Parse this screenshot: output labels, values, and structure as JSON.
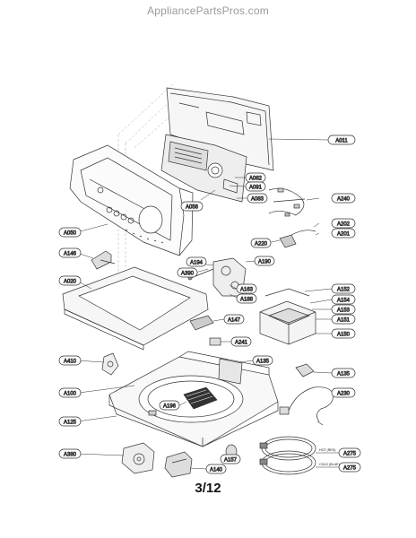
{
  "header": {
    "watermark": "AppliancePartsPros.com"
  },
  "footer": {
    "page": "3/12"
  },
  "callouts": {
    "A011": "A011",
    "A082": "A082",
    "A091": "A091",
    "A056": "A056",
    "A083": "A083",
    "A240": "A240",
    "A202": "A202",
    "A201": "A201",
    "A220": "A220",
    "A050": "A050",
    "A146": "A146",
    "A194": "A194",
    "A190": "A190",
    "A390": "A390",
    "A020": "A020",
    "A163": "A163",
    "A188": "A188",
    "A152": "A152",
    "A154": "A154",
    "A153": "A153",
    "A151": "A151",
    "A150": "A150",
    "A147": "A147",
    "A241": "A241",
    "A410": "A410",
    "A135a": "A135",
    "A135b": "A135",
    "A100": "A100",
    "A230": "A230",
    "A196": "A196",
    "A125": "A125",
    "A380": "A380",
    "A157": "A157",
    "A140": "A140",
    "A275a": "A275",
    "A275b": "A275"
  },
  "hose_labels": {
    "hot": "HOT (RED)",
    "cold": "COLD (BLUE)"
  }
}
